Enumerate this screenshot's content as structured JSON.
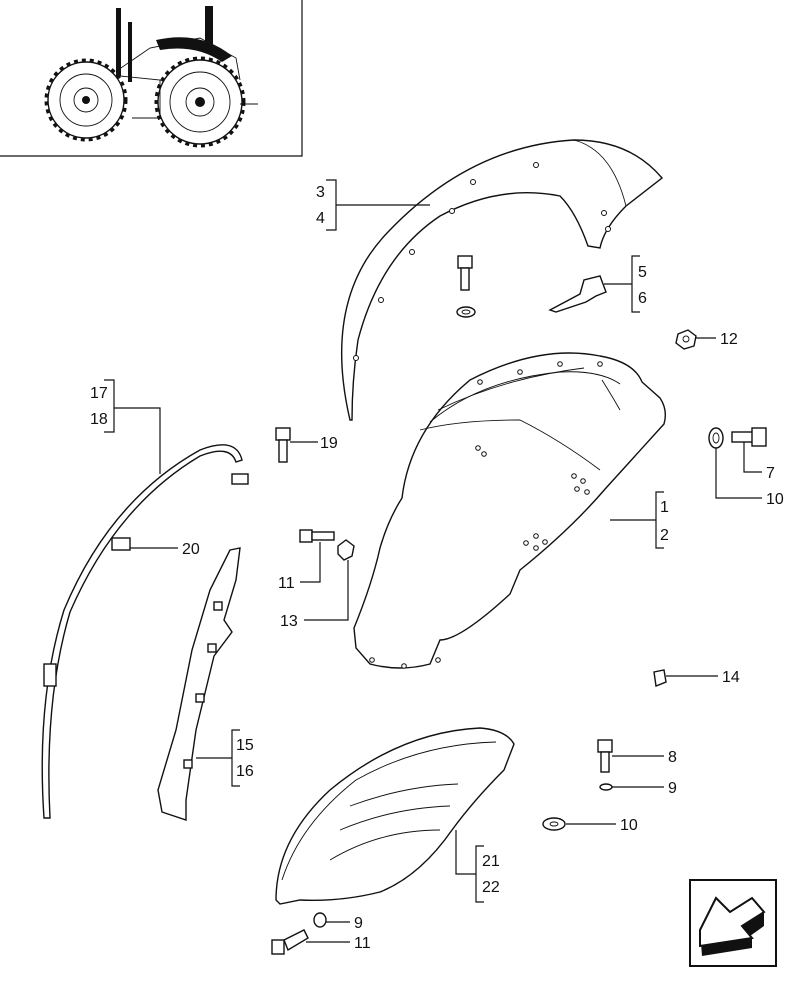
{
  "callouts": [
    {
      "id": "c3",
      "text": "3"
    },
    {
      "id": "c4",
      "text": "4"
    },
    {
      "id": "c5",
      "text": "5"
    },
    {
      "id": "c6",
      "text": "6"
    },
    {
      "id": "c12",
      "text": "12"
    },
    {
      "id": "c17",
      "text": "17"
    },
    {
      "id": "c18",
      "text": "18"
    },
    {
      "id": "c19",
      "text": "19"
    },
    {
      "id": "c7",
      "text": "7"
    },
    {
      "id": "c10a",
      "text": "10"
    },
    {
      "id": "c1",
      "text": "1"
    },
    {
      "id": "c2",
      "text": "2"
    },
    {
      "id": "c20",
      "text": "20"
    },
    {
      "id": "c11a",
      "text": "11"
    },
    {
      "id": "c13",
      "text": "13"
    },
    {
      "id": "c14",
      "text": "14"
    },
    {
      "id": "c15",
      "text": "15"
    },
    {
      "id": "c16",
      "text": "16"
    },
    {
      "id": "c8",
      "text": "8"
    },
    {
      "id": "c9a",
      "text": "9"
    },
    {
      "id": "c10b",
      "text": "10"
    },
    {
      "id": "c21",
      "text": "21"
    },
    {
      "id": "c22",
      "text": "22"
    },
    {
      "id": "c9b",
      "text": "9"
    },
    {
      "id": "c11b",
      "text": "11"
    }
  ],
  "icons": {
    "tractor_thumbnail": "tractor-locator-icon",
    "navigation_arrow": "back-arrow-icon"
  }
}
